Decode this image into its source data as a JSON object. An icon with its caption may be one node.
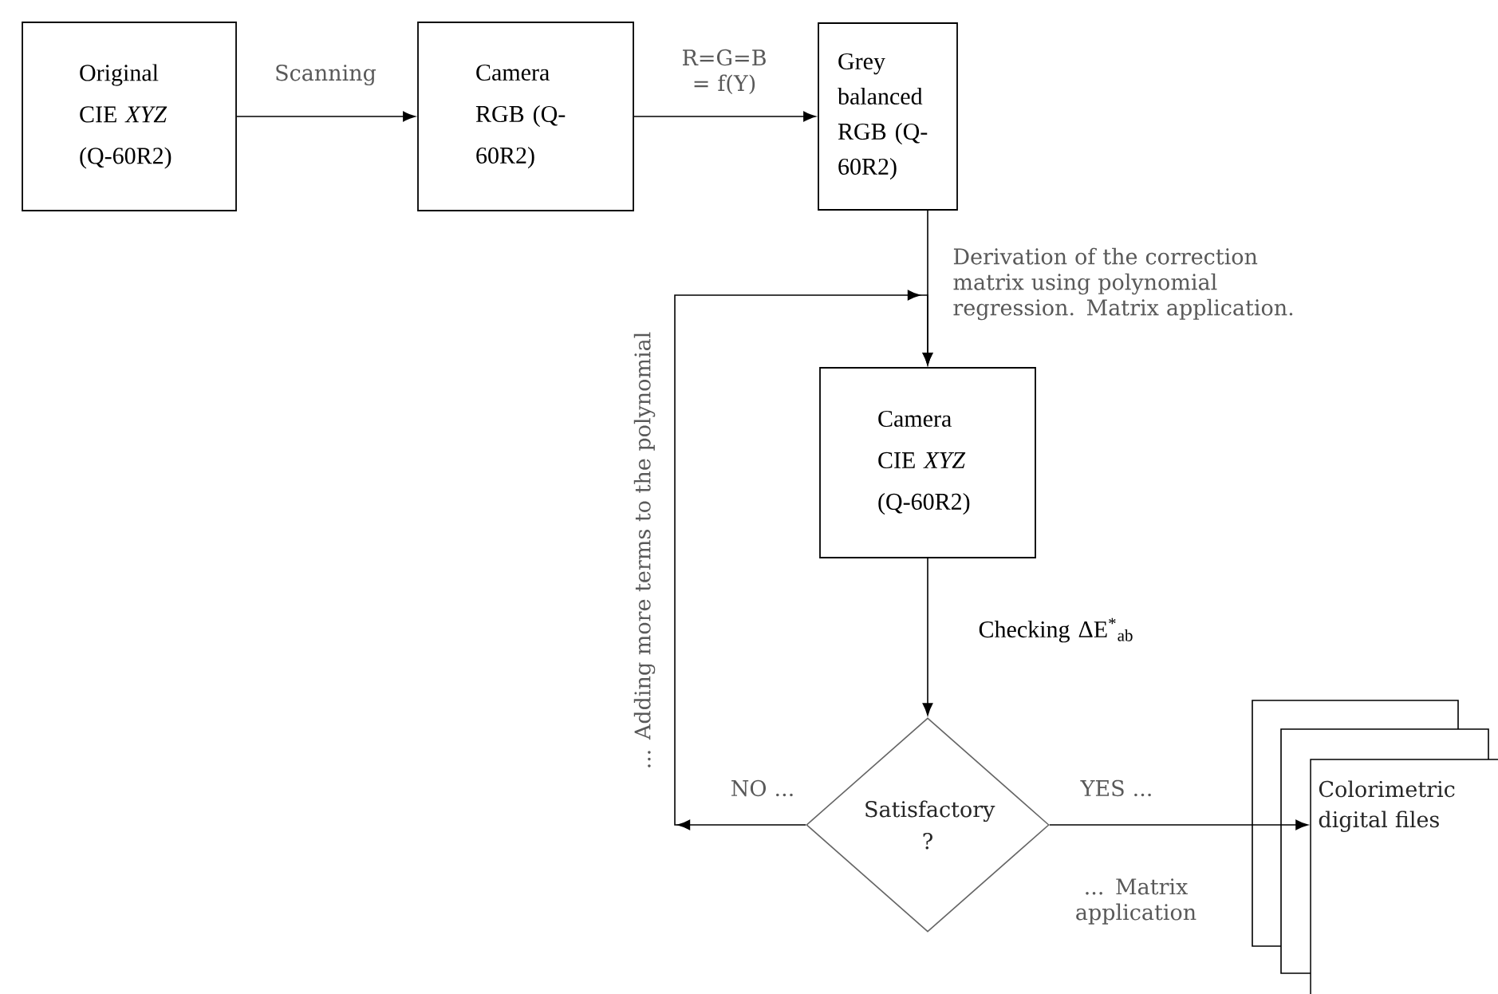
{
  "diagram": {
    "nodes": [
      {
        "text": [
          "Original CIE *XYZ* (Q-60R2)"
        ]
      },
      {
        "text": [
          "Camera RGB (Q-60R2)"
        ]
      },
      {
        "text": [
          "Grey balanced RGB (Q-60R2)"
        ]
      },
      {
        "text": [
          "Camera CIE *XYZ* (Q-60R2)"
        ]
      },
      {
        "text": [
          "Satisfactory ?"
        ]
      },
      {
        "text": [
          "Colorimetric digital files"
        ]
      }
    ],
    "edges": [
      {
        "from": 0,
        "to": 1,
        "arrow": "to",
        "label": "Scanning"
      },
      {
        "from": 1,
        "to": 2,
        "arrow": "to",
        "label": "R=G=B = f(Y)"
      },
      {
        "from": 2,
        "to": 3,
        "arrow": "to",
        "label": "Derivation of the correction matrix using polynomial regression. Matrix application."
      },
      {
        "from": 3,
        "to": 4,
        "arrow": "to",
        "label": "Checking ΔE$^{*}$$_{ab}$"
      },
      {
        "from": 4,
        "to": 3,
        "arrow": "to",
        "label": "NO ..."
      },
      {
        "from": 4,
        "to": 5,
        "arrow": "to",
        "label": "YES ..."
      }
    ],
    "labels": [
      "... Adding more terms to the polynomial",
      "... Matrix application"
    ]
  }
}
